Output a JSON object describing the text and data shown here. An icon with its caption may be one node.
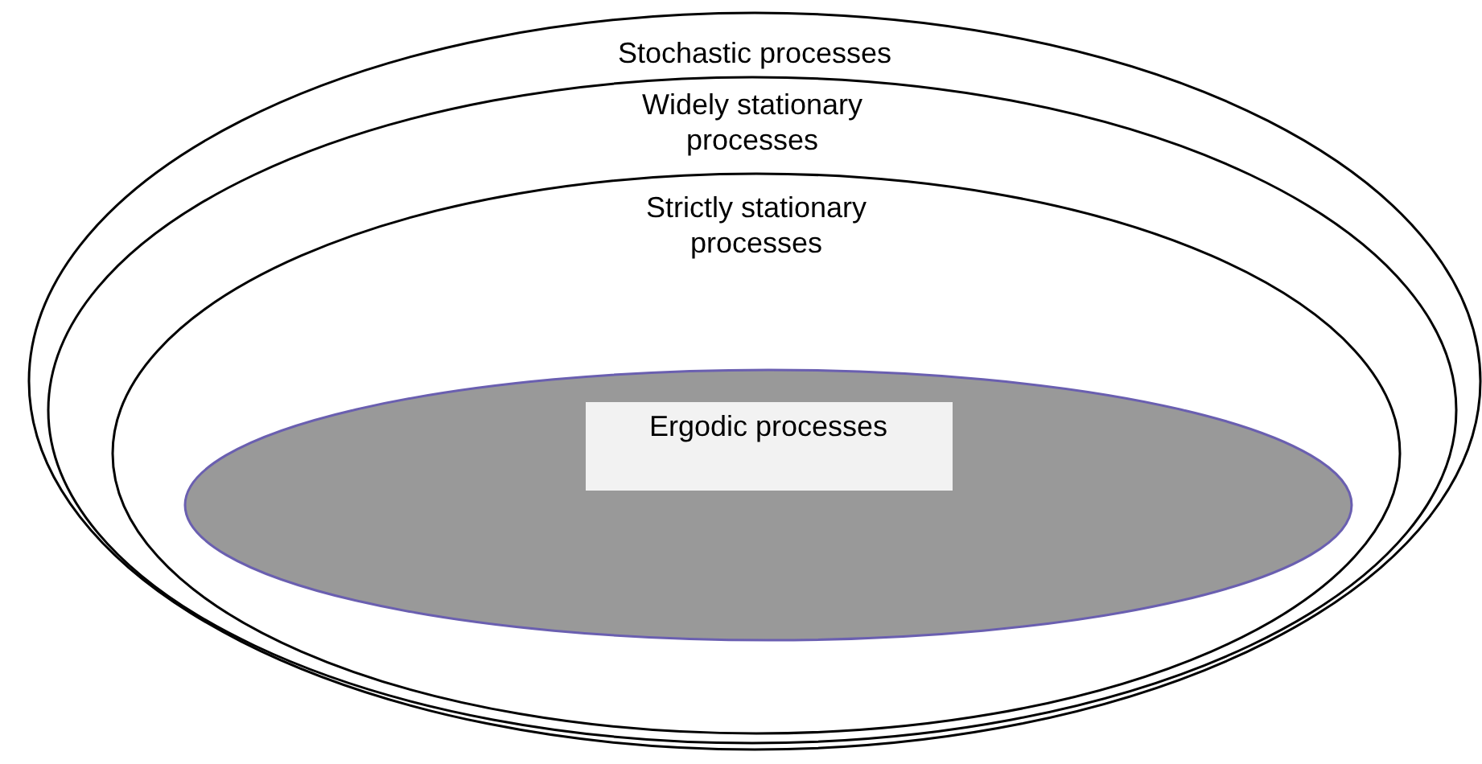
{
  "diagram": {
    "nodes": [
      {
        "text": [
          "Stochastic processes"
        ]
      },
      {
        "text": [
          "Widely stationary processes"
        ],
        "in": 0
      },
      {
        "text": [
          "Strictly stationary processes"
        ],
        "in": 1
      },
      {
        "text": [
          "Ergodic processes"
        ],
        "in": 2
      }
    ]
  }
}
